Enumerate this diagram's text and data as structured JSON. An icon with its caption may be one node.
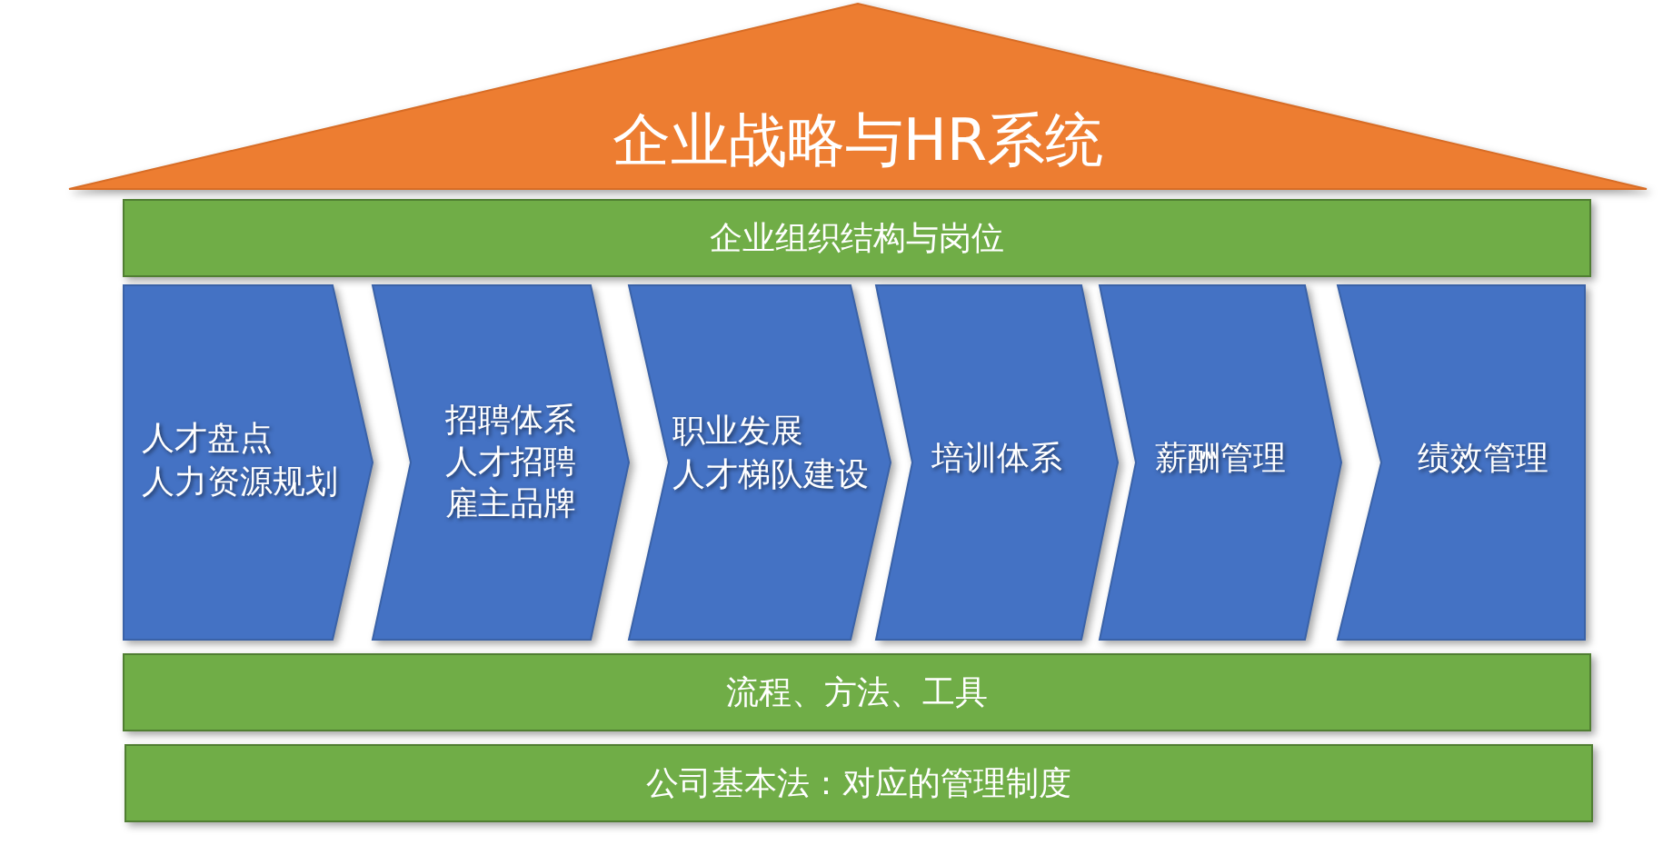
{
  "diagram": {
    "nodes": [
      {
        "text": [
          "企业战略与HR系统"
        ]
      },
      {
        "text": [
          "企业组织结构与岗位"
        ]
      },
      {
        "text": [
          "人才盘点",
          "人力资源规划"
        ]
      },
      {
        "text": [
          "招聘体系",
          "人才招聘",
          "雇主品牌"
        ]
      },
      {
        "text": [
          "职业发展",
          "人才梯队建设"
        ]
      },
      {
        "text": [
          "培训体系"
        ]
      },
      {
        "text": [
          "薪酬管理"
        ]
      },
      {
        "text": [
          "绩效管理"
        ]
      },
      {
        "text": [
          "流程、方法、工具"
        ]
      },
      {
        "text": [
          "公司基本法：对应的管理制度"
        ]
      }
    ]
  }
}
